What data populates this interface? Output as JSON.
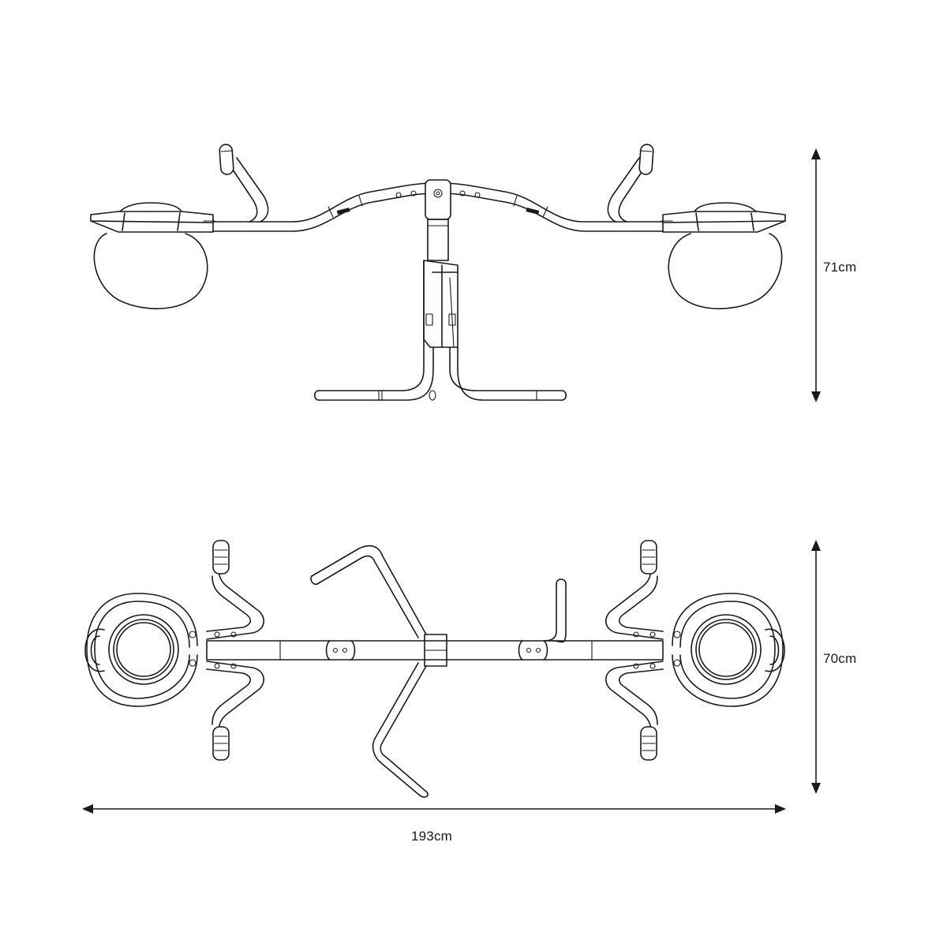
{
  "dimensions": {
    "side_view_height": "71cm",
    "top_view_depth": "70cm",
    "overall_length": "193cm"
  }
}
